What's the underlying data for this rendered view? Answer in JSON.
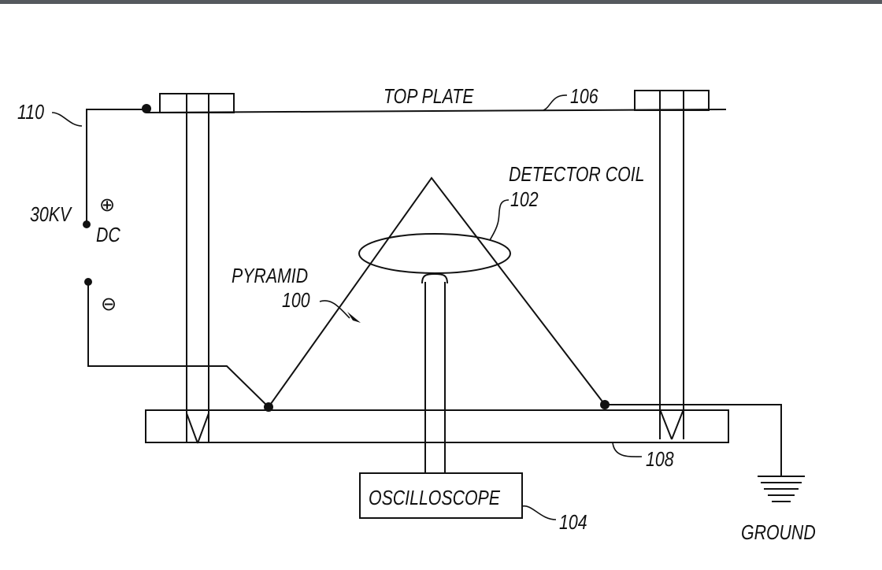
{
  "labels": {
    "top_plate": "TOP PLATE",
    "top_plate_ref": "106",
    "detector_coil": "DETECTOR COIL",
    "detector_coil_ref": "102",
    "pyramid": "PYRAMID",
    "pyramid_ref": "100",
    "supply_ref": "110",
    "voltage": "30KV",
    "dc": "DC",
    "plus_symbol": "⊕",
    "minus_symbol": "⊖",
    "base_plate_ref": "108",
    "oscilloscope": "OSCILLOSCOPE",
    "oscilloscope_ref": "104",
    "ground": "GROUND"
  },
  "colors": {
    "ink": "#111111",
    "window_bar": "#55595e",
    "background": "#ffffff"
  }
}
